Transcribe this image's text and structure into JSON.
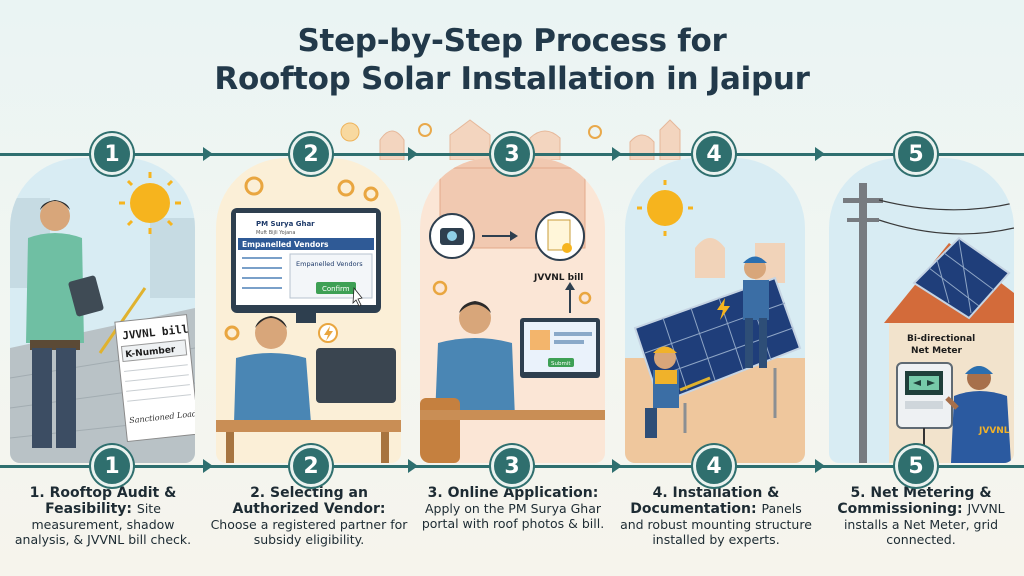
{
  "title": {
    "line1": "Step-by-Step Process for",
    "line2": "Rooftop Solar Installation in Jaipur"
  },
  "colors": {
    "accent": "#2f6f6e",
    "title": "#22394a",
    "sun": "#f6b41e"
  },
  "steps": [
    {
      "number": "1",
      "heading": "1. Rooftop Audit & Feasibility:",
      "body": "Site measurement, shadow analysis, & JVVNL bill check.",
      "illustration": {
        "bill_title": "JVVNL bill",
        "bill_field": "K-Number",
        "bill_stamp": "Sanctioned Load"
      }
    },
    {
      "number": "2",
      "heading": "2. Selecting an Authorized Vendor:",
      "body": "Choose a registered partner for subsidy eligibility.",
      "illustration": {
        "portal_name": "PM Surya Ghar",
        "portal_sub": "Muft Bijli Yojana",
        "list_title": "Empanelled Vendors",
        "popup_title": "Empanelled Vendors",
        "confirm_label": "Confirm"
      }
    },
    {
      "number": "3",
      "heading": "3. Online Application:",
      "body": "Apply on the PM Surya Ghar portal with roof photos & bill.",
      "illustration": {
        "doc_label": "JVVNL bill",
        "submit_label": "Submit"
      }
    },
    {
      "number": "4",
      "heading": "4. Installation & Documentation:",
      "body": "Panels and robust mounting structure installed by experts.",
      "illustration": {}
    },
    {
      "number": "5",
      "heading": "5. Net Metering & Commissioning:",
      "body": "JVVNL installs a Net Meter, grid connected.",
      "illustration": {
        "meter_label_1": "Bi-directional",
        "meter_label_2": "Net Meter",
        "uniform_logo": "JVVNL"
      }
    }
  ]
}
